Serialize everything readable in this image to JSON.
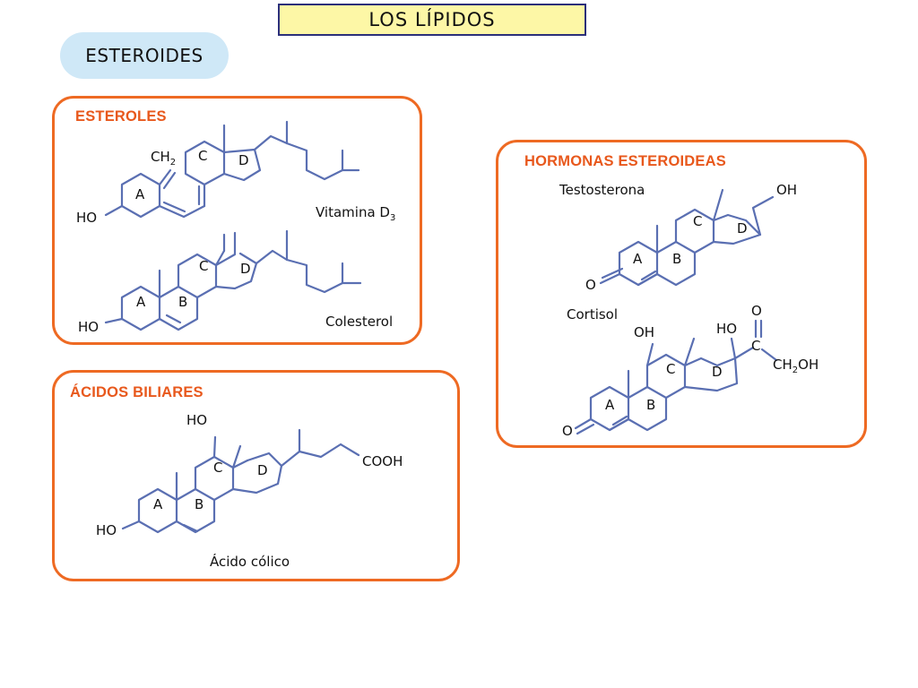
{
  "title": "LOS LÍPIDOS",
  "section": "ESTEROIDES",
  "panels": {
    "esteroles": {
      "title": "ESTEROLES",
      "vitamina": {
        "name": "Vitamina D",
        "name_sub": "3",
        "ch": "CH",
        "ch_sub": "2",
        "ho": "HO",
        "ring_a": "A",
        "ring_c": "C",
        "ring_d": "D"
      },
      "colesterol": {
        "name": "Colesterol",
        "ho": "HO",
        "ring_a": "A",
        "ring_b": "B",
        "ring_c": "C",
        "ring_d": "D"
      }
    },
    "hormonas": {
      "title": "HORMONAS ESTEROIDEAS",
      "testosterona": {
        "name": "Testosterona",
        "oh": "OH",
        "o": "O",
        "ring_a": "A",
        "ring_b": "B",
        "ring_c": "C",
        "ring_d": "D"
      },
      "cortisol": {
        "name": "Cortisol",
        "oh": "OH",
        "ho": "HO",
        "o_top": "O",
        "c": "C",
        "ch": "CH",
        "ch_sub": "2",
        "ch_tail": "OH",
        "o": "O",
        "ring_a": "A",
        "ring_b": "B",
        "ring_c": "C",
        "ring_d": "D"
      }
    },
    "acidos": {
      "title": "ÁCIDOS BILIARES",
      "colico": {
        "name": "Ácido cólico",
        "ho_top": "HO",
        "ho": "HO",
        "cooh": "COOH",
        "ring_a": "A",
        "ring_b": "B",
        "ring_c": "C",
        "ring_d": "D"
      }
    }
  },
  "colors": {
    "panel_border": "#ee6a23",
    "panel_title": "#e8581c",
    "bond": "#5a6fb2",
    "title_bg": "#fdf7a6",
    "title_border": "#2b2f7a",
    "pill_bg": "#cfe8f7"
  }
}
